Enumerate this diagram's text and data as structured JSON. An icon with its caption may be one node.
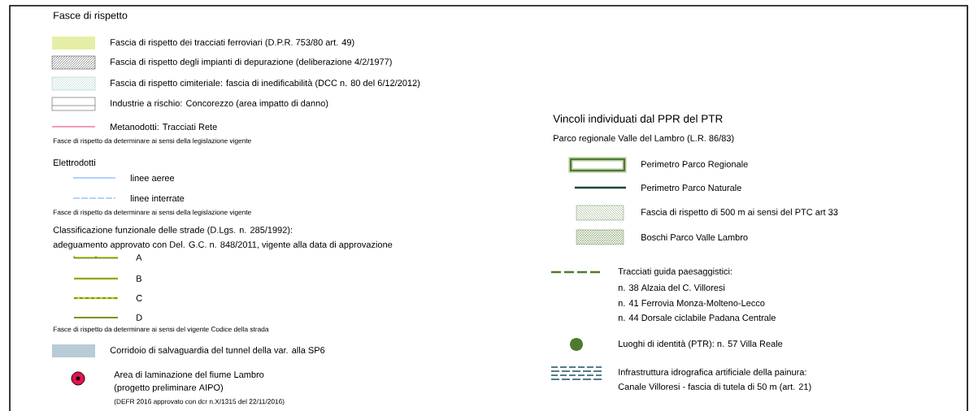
{
  "diagram": {
    "labels": [
      "Fasce di rispetto",
      "Fasce di rispetto da determinare ai sensi della legislazione vigente",
      "Elettrodotti",
      "Fasce di rispetto da determinare ai sensi della legislazione vigente",
      "Classificazione funzionale delle strade (D.Lgs. n. 285/1992):",
      "adeguamento approvato con Del. G.C. n. 848/2011, vigente alla data di approvazione",
      "Fasce di rispetto da determinare ai sensi del vigente Codice della strada",
      "(progetto preliminare AIPO)",
      "(DEFR 2016 approvato con dcr n.X/1315 del 22/11/2016)",
      "Vincoli individuati dal PPR del PTR",
      "Parco regionale Valle del Lambro (L.R. 86/83)",
      "n. 38 Alzaia del C. Villoresi",
      "n. 41 Ferrovia Monza-Molteno-Lecco",
      "n. 44 Dorsale ciclabile Padana Centrale",
      "Canale Villoresi - fascia di tutela di 50 m (art. 21)"
    ],
    "legend": [
      {
        "text": "Fascia di rispetto dei tracciati ferroviari (D.P.R. 753/80 art. 49)",
        "color": "#e6eea6"
      },
      {
        "text": "Fascia di rispetto degli impianti di depurazione (deliberazione 4/2/1977)"
      },
      {
        "text": "Fascia di rispetto cimiteriale: fascia di inedificabilità (DCC n. 80 del 6/12/2012)"
      },
      {
        "text": "Industrie a rischio: Concorezzo (area impatto di danno)"
      },
      {
        "text": "Metanodotti: Tracciati Rete"
      },
      {
        "text": "linee aeree"
      },
      {
        "text": "linee interrate"
      },
      {
        "text": "A"
      },
      {
        "text": "B"
      },
      {
        "text": "C"
      },
      {
        "text": "D"
      },
      {
        "text": "Corridoio di salvaguardia del tunnel della var. alla SP6",
        "color": "#b7ccd6"
      },
      {
        "text": "Area di laminazione del fiume Lambro"
      },
      {
        "text": "Perimetro Parco Regionale"
      },
      {
        "text": "Perimetro Parco Naturale"
      },
      {
        "text": "Fascia di rispetto di 500 m ai sensi del PTC art 33"
      },
      {
        "text": "Boschi Parco Valle Lambro"
      },
      {
        "text": "Tracciati guida paesaggistici:"
      },
      {
        "text": "Luoghi di identità (PTR): n. 57 Villa Reale"
      },
      {
        "text": "Infrastruttura idrografica artificiale della painura:"
      }
    ]
  }
}
